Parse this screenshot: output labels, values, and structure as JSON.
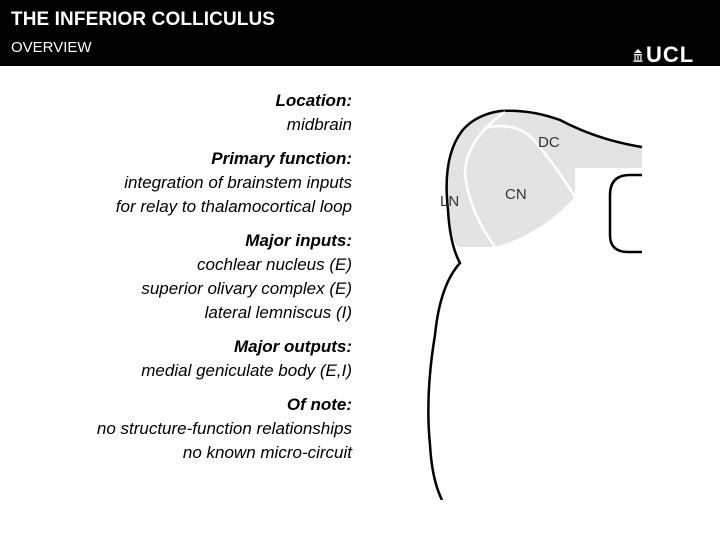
{
  "header": {
    "title": "THE INFERIOR COLLICULUS",
    "subtitle": "OVERVIEW",
    "logo_text": "UCL"
  },
  "sections": [
    {
      "heading": "Location:",
      "lines": [
        "midbrain"
      ]
    },
    {
      "heading": "Primary function:",
      "lines": [
        "integration of brainstem inputs",
        "for relay to thalamocortical loop"
      ]
    },
    {
      "heading": "Major inputs:",
      "lines": [
        "cochlear nucleus (E)",
        "superior olivary complex (E)",
        "lateral lemniscus (I)"
      ]
    },
    {
      "heading": "Major outputs:",
      "lines": [
        "medial geniculate body (E,I)"
      ]
    },
    {
      "heading": "Of note:",
      "lines": [
        "no structure-function relationships",
        "no known micro-circuit"
      ]
    }
  ],
  "diagram": {
    "labels": {
      "dc": "DC",
      "cn": "CN",
      "ln": "LN"
    },
    "colors": {
      "shaded_region": "#e3e3e3",
      "outline": "#000000",
      "division": "#ffffff"
    }
  }
}
